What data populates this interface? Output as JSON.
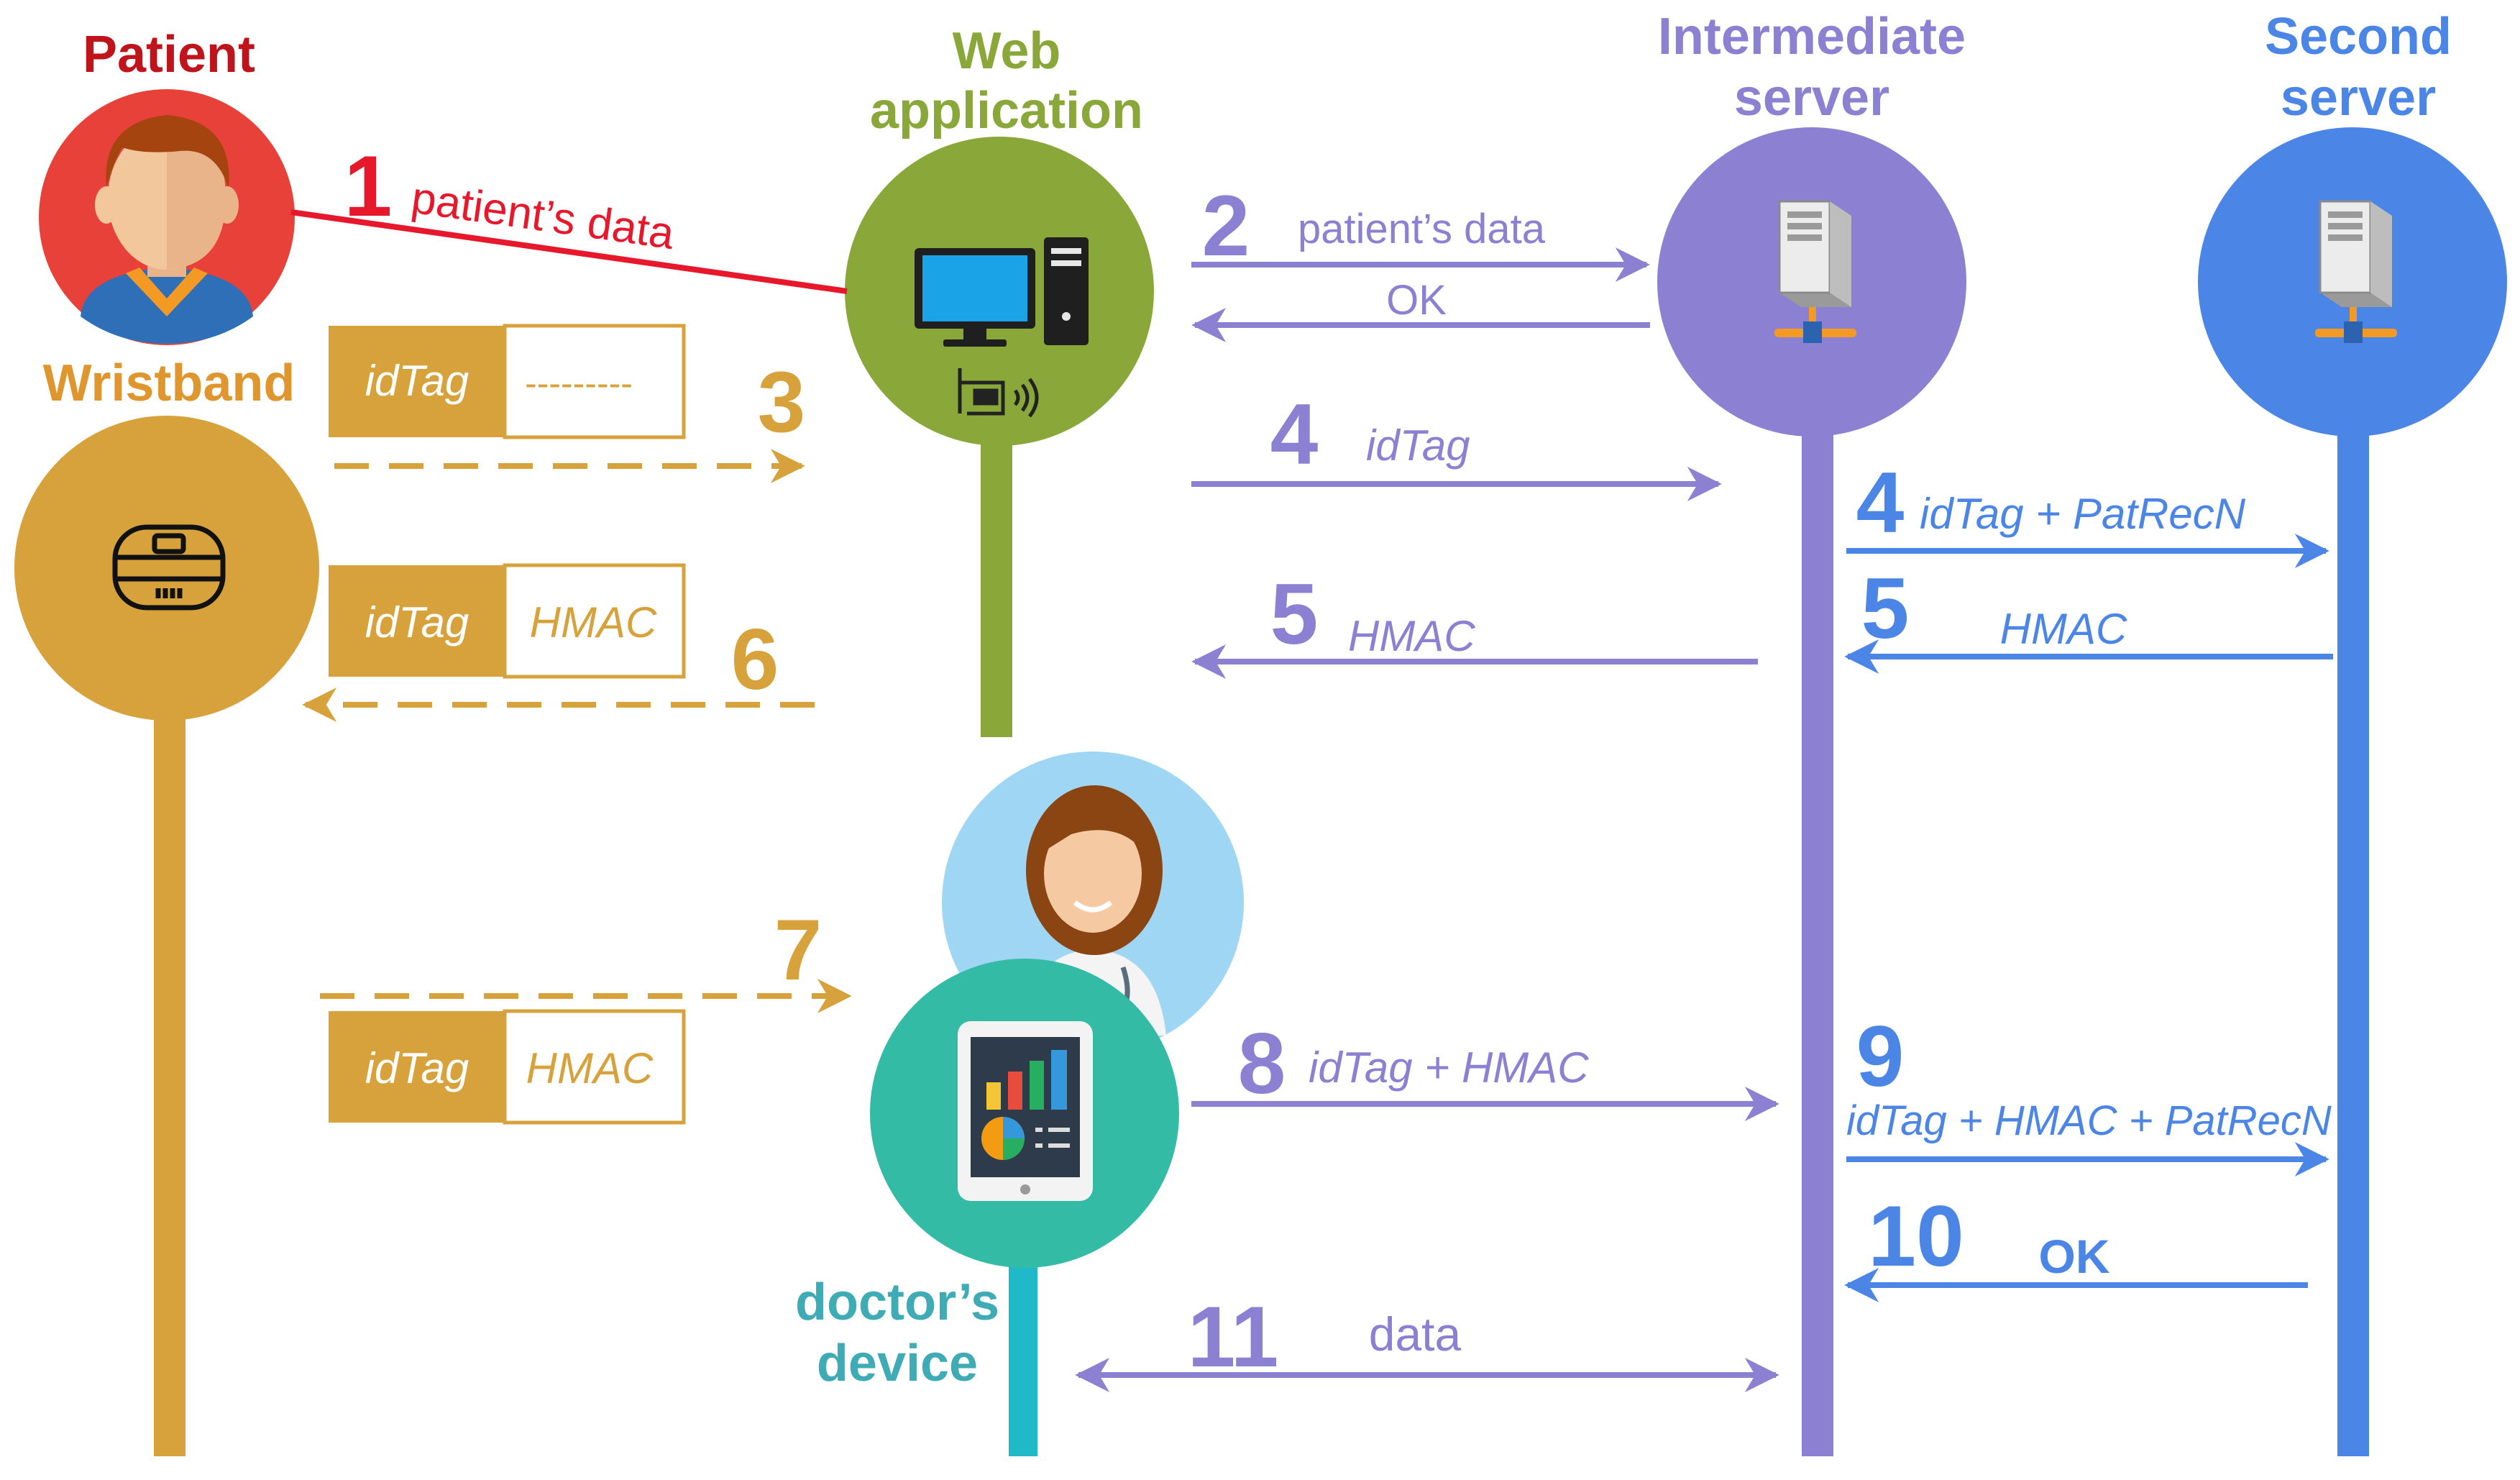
{
  "actors": {
    "patient": {
      "label": "Patient",
      "color": "#c0141c"
    },
    "wristband": {
      "label": "Wristband",
      "color": "#e0962e"
    },
    "web_app": {
      "line1": "Web",
      "line2": "application",
      "color": "#8aa83a"
    },
    "intermediate": {
      "line1": "Intermediate",
      "line2": "server",
      "color": "#8c80d2"
    },
    "second": {
      "line1": "Second",
      "line2": "server",
      "color": "#4b86e6"
    },
    "doctor_device": {
      "line1": "doctor’s",
      "line2": "device",
      "color": "#3eabb5"
    }
  },
  "steps": {
    "s1": {
      "num": "1",
      "label": "patient’s data"
    },
    "s2": {
      "num": "2",
      "label": "patient’s data",
      "reply": "OK"
    },
    "s3": {
      "num": "3",
      "box_left": "idTag",
      "box_right": "---------"
    },
    "s4a": {
      "num": "4",
      "label": "idTag"
    },
    "s4b": {
      "num": "4",
      "label": "idTag + PatRecN"
    },
    "s5a": {
      "num": "5",
      "label": "HMAC"
    },
    "s5b": {
      "num": "5",
      "label": "HMAC"
    },
    "s6": {
      "num": "6",
      "box_left": "idTag",
      "box_right": "HMAC"
    },
    "s7": {
      "num": "7",
      "box_left": "idTag",
      "box_right": "HMAC"
    },
    "s8": {
      "num": "8",
      "label": "idTag + HMAC"
    },
    "s9": {
      "num": "9",
      "label": "idTag + HMAC + PatRecN"
    },
    "s10": {
      "num": "10",
      "label": "OK"
    },
    "s11": {
      "num": "11",
      "label": "data"
    }
  },
  "colors": {
    "red": "#e8182c",
    "gold": "#d7a23c",
    "purple": "#8c80d2",
    "blue": "#4b86e6",
    "green": "#8aa83a",
    "teal": "#34bba5"
  },
  "icons": [
    "patient-avatar-icon",
    "wristband-icon",
    "computer-icon",
    "nfc-reader-icon",
    "server-icon",
    "doctor-avatar-icon",
    "tablet-icon"
  ]
}
